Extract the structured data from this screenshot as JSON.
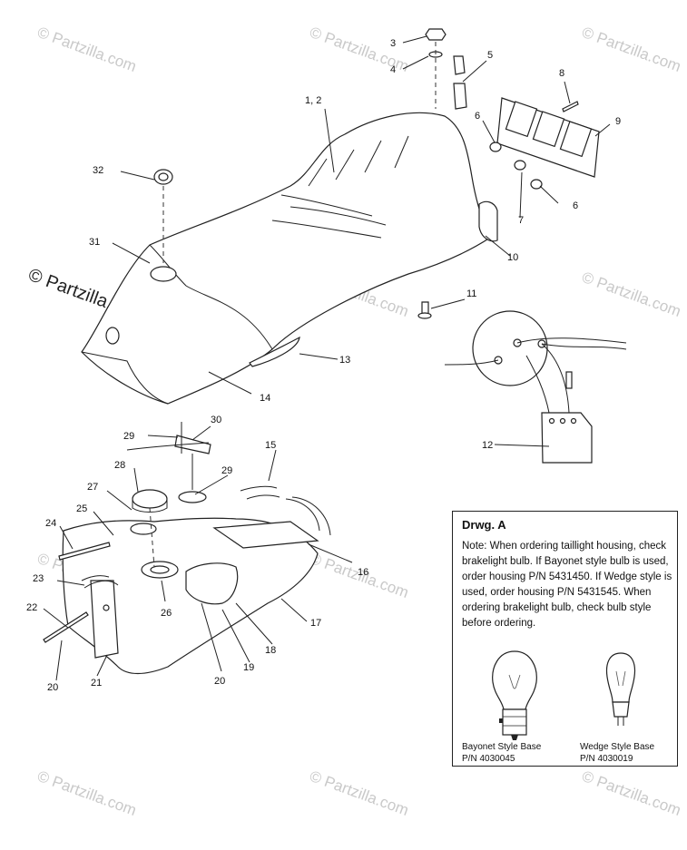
{
  "watermark": "© Partzilla.com",
  "callouts": {
    "c3": "3",
    "c4": "4",
    "c5": "5",
    "c8": "8",
    "c9": "9",
    "c12": "1, 2",
    "c6a": "6",
    "c6b": "6",
    "c7": "7",
    "c32": "32",
    "c31": "31",
    "c10": "10",
    "c11": "11",
    "c13": "13",
    "c14": "14",
    "c12b": "12",
    "c29a": "29",
    "c30": "30",
    "c15": "15",
    "c28": "28",
    "c29b": "29",
    "c27": "27",
    "c25": "25",
    "c24": "24",
    "c16": "16",
    "c23": "23",
    "c26": "26",
    "c17": "17",
    "c22": "22",
    "c18": "18",
    "c19": "19",
    "c20a": "20",
    "c20b": "20",
    "c21": "21"
  },
  "note": {
    "title": "Drwg. A",
    "text": "Note: When ordering taillight housing, check brakelight bulb.  If Bayonet style bulb is  used, order housing P/N 5431450.  If Wedge style is used, order housing P/N 5431545.  When ordering brakelight bulb, check bulb style before ordering.",
    "bayonet_name": "Bayonet Style Base",
    "bayonet_pn": "P/N 4030045",
    "wedge_name": "Wedge Style Base",
    "wedge_pn": "P/N 4030019"
  }
}
